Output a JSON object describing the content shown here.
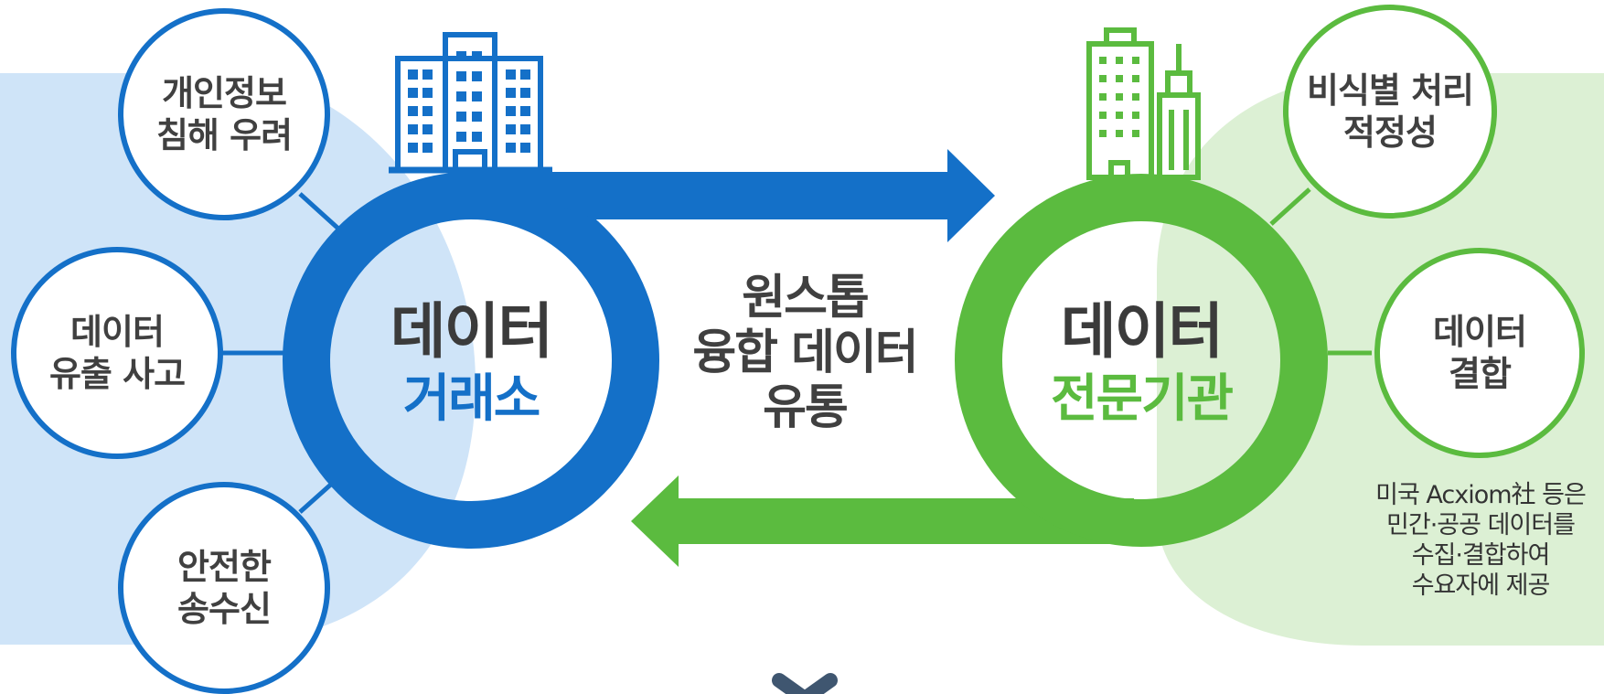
{
  "colors": {
    "blue": "#1470c8",
    "green": "#5bbb3f",
    "blue_bg": "#cfe4f8",
    "green_bg": "#dcf0d4",
    "text": "#404040",
    "chevron": "#3f5670"
  },
  "icons": {
    "exchange": "office-building-icon",
    "institution": "skyscraper-icon",
    "bottom": "chevron-down-icon"
  },
  "exchange": {
    "title_line1": "데이터",
    "title_line2": "거래소",
    "issues": [
      {
        "line1": "개인정보",
        "line2": "침해 우려"
      },
      {
        "line1": "데이터",
        "line2": "유출 사고"
      },
      {
        "line1": "안전한",
        "line2": "송수신"
      }
    ]
  },
  "institution": {
    "title_line1": "데이터",
    "title_line2": "전문기관",
    "roles": [
      {
        "line1": "비식별 처리",
        "line2": "적정성"
      },
      {
        "line1": "데이터",
        "line2": "결합"
      }
    ],
    "note": [
      "미국 Acxiom社 등은",
      "민간·공공 데이터를",
      "수집·결합하여",
      "수요자에 제공"
    ]
  },
  "flow": {
    "line1": "원스톱",
    "line2": "융합 데이터",
    "line3": "유통"
  }
}
